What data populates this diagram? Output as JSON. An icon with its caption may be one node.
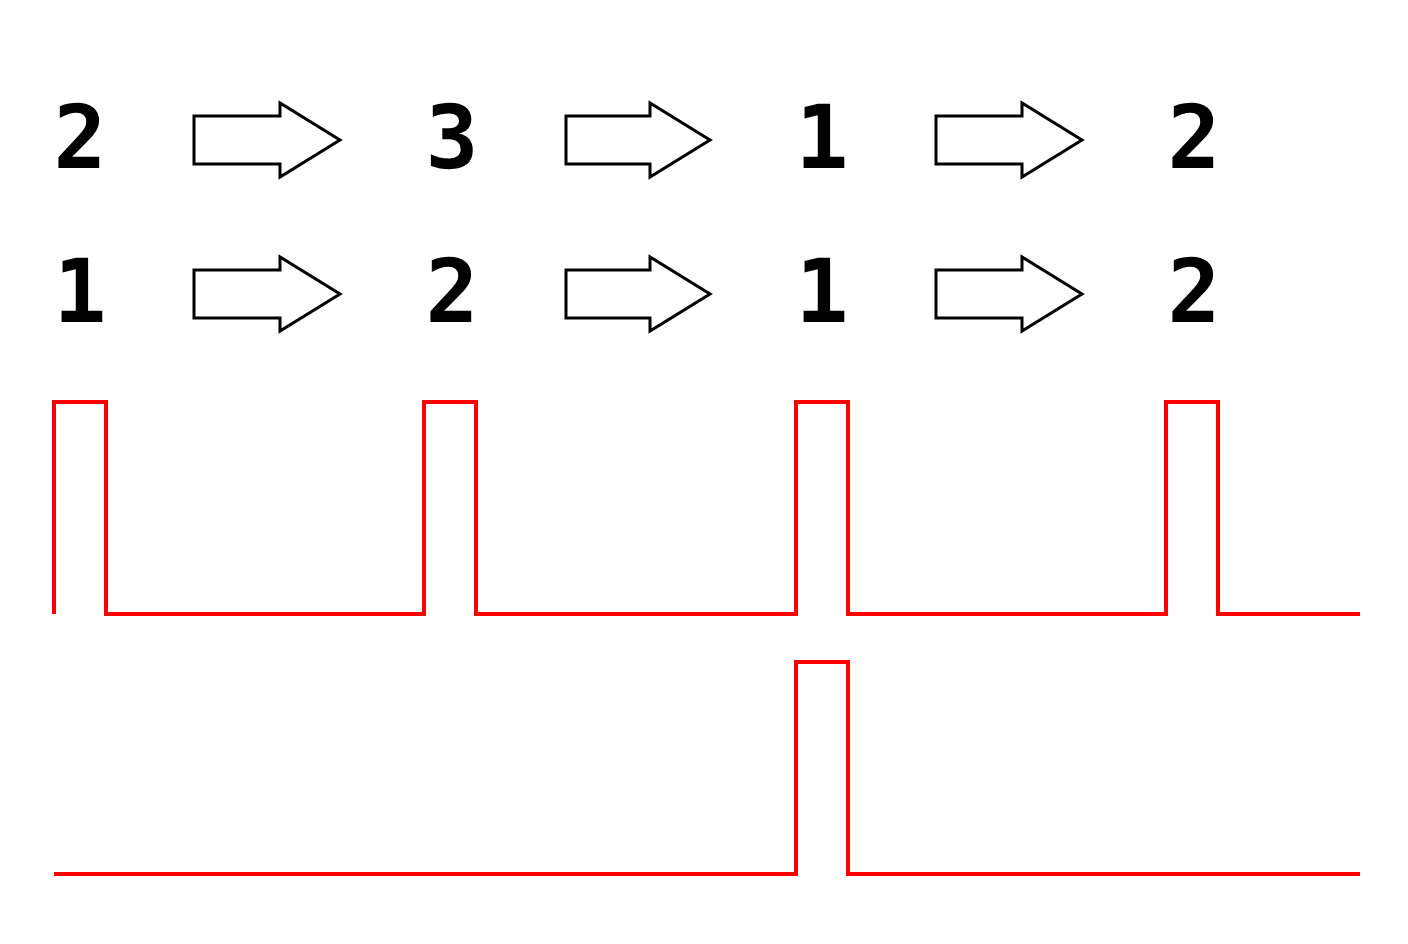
{
  "diagram": {
    "nodes": [
      {
        "text": [
          "2"
        ]
      },
      {
        "text": [
          "3"
        ]
      },
      {
        "text": [
          "1"
        ]
      },
      {
        "text": [
          "2"
        ]
      },
      {
        "text": [
          "1"
        ]
      },
      {
        "text": [
          "2"
        ]
      },
      {
        "text": [
          "1"
        ]
      },
      {
        "text": [
          "2"
        ]
      }
    ],
    "edges": [
      {
        "from": 0,
        "to": 1,
        "arrow": "to"
      },
      {
        "from": 1,
        "to": 2,
        "arrow": "to"
      },
      {
        "from": 2,
        "to": 3,
        "arrow": "to"
      },
      {
        "from": 4,
        "to": 5,
        "arrow": "to"
      },
      {
        "from": 5,
        "to": 6,
        "arrow": "to"
      },
      {
        "from": 6,
        "to": 7,
        "arrow": "to"
      }
    ]
  }
}
